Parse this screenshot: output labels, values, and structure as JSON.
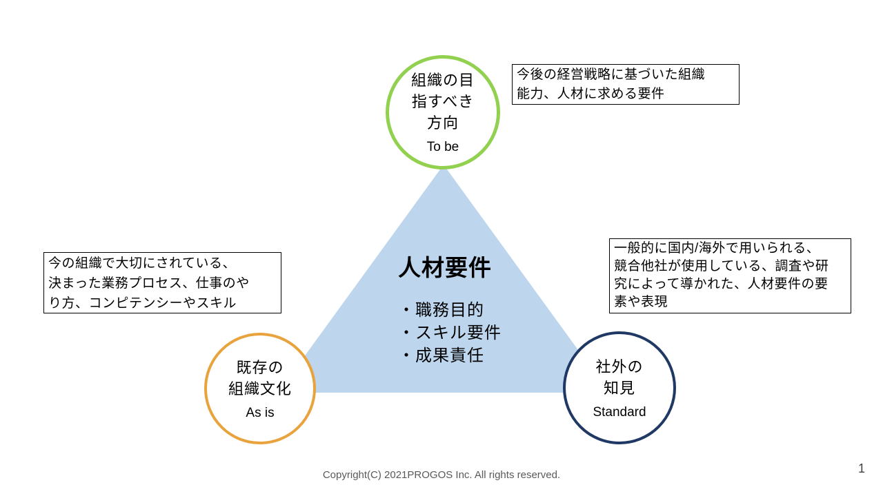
{
  "slide": {
    "page_number": "1",
    "footer": "Copyright(C) 2021PROGOS Inc. All rights reserved."
  },
  "diagram": {
    "center": {
      "title": "人材要件",
      "items": [
        "・職務目的",
        "・スキル要件",
        "・成果責任"
      ]
    },
    "nodes": {
      "top": {
        "jp": "組織の目\n指すべき\n方向",
        "en": "To be"
      },
      "left": {
        "jp": "既存の\n組織文化",
        "en": "As is"
      },
      "right": {
        "jp": "社外の\n知見",
        "en": "Standard"
      }
    },
    "notes": {
      "top_right": "今後の経営戦略に基づいた組織\n能力、人材に求める要件",
      "left": "今の組織で大切にされている、\n決まった業務プロセス、仕事のや\nり方、コンピテンシーやスキル",
      "right": "一般的に国内/海外で用いられる、\n競合他社が使用している、調査や研\n究によって導かれた、人材要件の要\n素や表現"
    }
  },
  "colors": {
    "triangle": "#BDD6EE",
    "node_top_border": "#92D050",
    "node_left_border": "#E8A33D",
    "node_right_border": "#1F3864",
    "note_border": "#000000",
    "footer_text": "#595959"
  }
}
